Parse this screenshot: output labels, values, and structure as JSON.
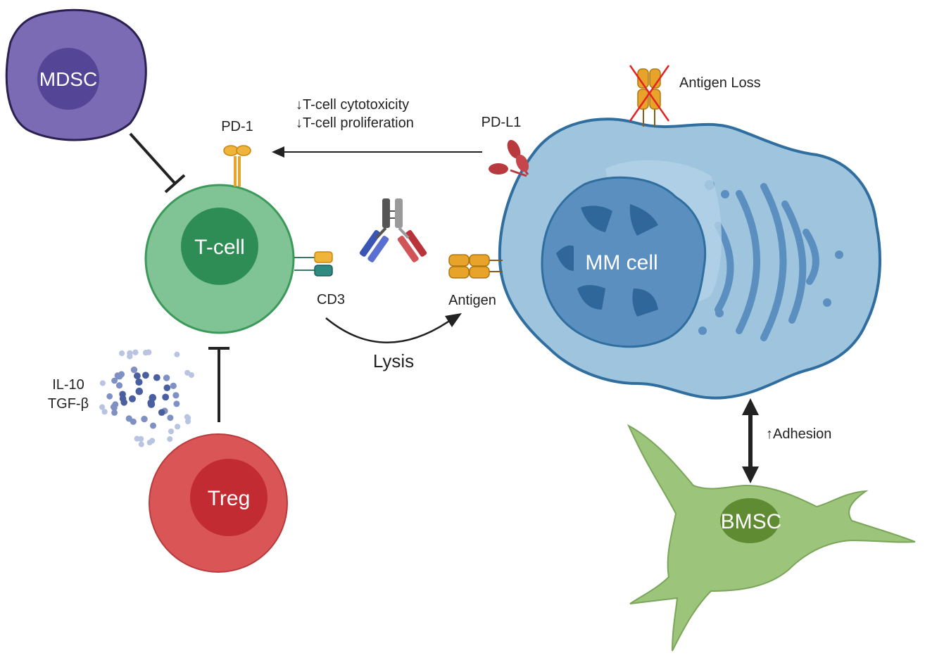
{
  "cells": {
    "mdsc": "MDSC",
    "tcell": "T-cell",
    "treg": "Treg",
    "mm": "MM cell",
    "bmsc": "BMSC"
  },
  "labels": {
    "pd1": "PD-1",
    "pdl1": "PD-L1",
    "cytotoxicity": "↓T-cell cytotoxicity",
    "proliferation": "↓T-cell proliferation",
    "antigen_loss": "Antigen Loss",
    "cd3": "CD3",
    "antigen": "Antigen",
    "lysis": "Lysis",
    "il10": "IL-10",
    "tgfb": "TGF-β",
    "adhesion": "↑Adhesion"
  },
  "colors": {
    "mdsc": "#7b6bb5",
    "tcell": "#80c395",
    "treg": "#d95556",
    "mm_cell": "#9fc5de",
    "bmsc": "#9cc47a",
    "receptor_orange": "#e8a32a",
    "pdl1_red": "#b83a3e",
    "antibody_blue": "#3b55b5",
    "antibody_red": "#c0393e"
  }
}
